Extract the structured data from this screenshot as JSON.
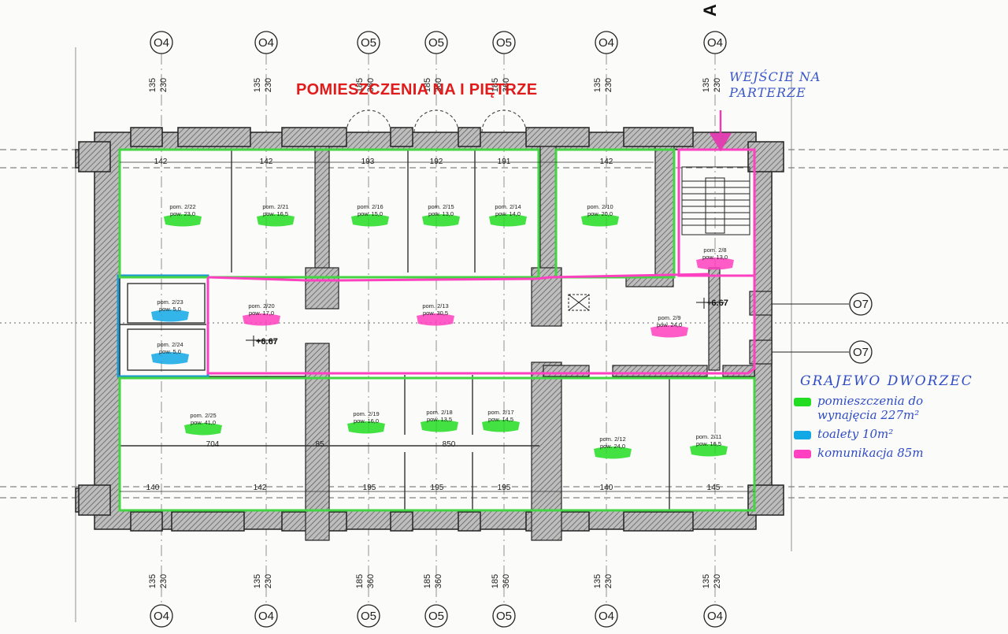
{
  "title": "POMIESZCZENIA NA I PIĘTRZE",
  "entry_note": {
    "line1": "WEJŚCIE NA",
    "line2": "PARTERZE"
  },
  "legend": {
    "title": "GRAJEWO DWORZEC",
    "items": [
      {
        "color": "#22dd22",
        "line1": "pomieszczenia do",
        "line2": "wynajęcia 227m²"
      },
      {
        "color": "#11a8e6",
        "line1": "toalety 10m²",
        "line2": ""
      },
      {
        "color": "#ff40c0",
        "line1": "komunikacja 85m",
        "line2": ""
      }
    ]
  },
  "axes_top": [
    "O4",
    "O4",
    "O5",
    "O5",
    "O5",
    "O4",
    "O4"
  ],
  "axes_bottom": [
    "O4",
    "O4",
    "O5",
    "O5",
    "O5",
    "O4",
    "O4"
  ],
  "axes_right": [
    "O7",
    "O7"
  ],
  "axis_side_top": [
    [
      "135",
      "230"
    ],
    [
      "135",
      "230"
    ],
    [
      "185",
      "360"
    ],
    [
      "185",
      "360"
    ],
    [
      "185",
      "360"
    ],
    [
      "135",
      "230"
    ],
    [
      "135",
      "230"
    ]
  ],
  "axis_side_bottom": [
    [
      "135",
      "230"
    ],
    [
      "135",
      "230"
    ],
    [
      "185",
      "360"
    ],
    [
      "185",
      "360"
    ],
    [
      "185",
      "360"
    ],
    [
      "135",
      "230"
    ],
    [
      "135",
      "230"
    ]
  ],
  "section_mark": "A",
  "levels": [
    "+6.67",
    "+6.67"
  ],
  "dims_top": [
    "142",
    "142",
    "193",
    "192",
    "191",
    "142"
  ],
  "dims_bottom": [
    "140",
    "142",
    "195",
    "195",
    "195",
    "140",
    "145"
  ],
  "dims_mid": [
    "704",
    "85",
    "850"
  ],
  "rooms": [
    {
      "num": "pom. 2/22",
      "area": "pow. 23,0",
      "hl": "#22dd22"
    },
    {
      "num": "pom. 2/21",
      "area": "pow. 16,5",
      "hl": "#22dd22"
    },
    {
      "num": "pom. 2/16",
      "area": "pow. 15,0",
      "hl": "#22dd22"
    },
    {
      "num": "pom. 2/15",
      "area": "pow. 13,0",
      "hl": "#22dd22"
    },
    {
      "num": "pom. 2/14",
      "area": "pow. 14,0",
      "hl": "#22dd22"
    },
    {
      "num": "pom. 2/10",
      "area": "pow. 20,0",
      "hl": "#22dd22"
    },
    {
      "num": "pom. 2/8",
      "area": "pow. 13,0",
      "hl": "#ff40c0"
    },
    {
      "num": "pom. 2/23",
      "area": "pow. 5,0",
      "hl": "#11a8e6"
    },
    {
      "num": "pom. 2/24",
      "area": "pow. 5,0",
      "hl": "#11a8e6"
    },
    {
      "num": "pom. 2/20",
      "area": "pow. 17,0",
      "hl": "#ff40c0"
    },
    {
      "num": "pom. 2/13",
      "area": "pow. 30,5",
      "hl": "#ff40c0"
    },
    {
      "num": "pom. 2/9",
      "area": "pow. 24,0",
      "hl": "#ff40c0"
    },
    {
      "num": "pom. 2/25",
      "area": "pow. 41,0",
      "hl": "#22dd22"
    },
    {
      "num": "pom. 2/19",
      "area": "pow. 16,0",
      "hl": "#22dd22"
    },
    {
      "num": "pom. 2/18",
      "area": "pow. 13,5",
      "hl": "#22dd22"
    },
    {
      "num": "pom. 2/17",
      "area": "pow. 14,5",
      "hl": "#22dd22"
    },
    {
      "num": "pom. 2/12",
      "area": "pow. 24,0",
      "hl": "#22dd22"
    },
    {
      "num": "pom. 2/11",
      "area": "pow. 16,5",
      "hl": "#22dd22"
    }
  ]
}
